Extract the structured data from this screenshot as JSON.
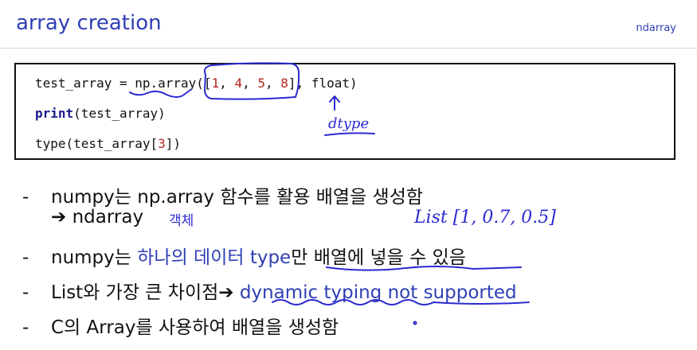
{
  "header": {
    "title": "array creation",
    "tag": "ndarray"
  },
  "code": {
    "line1": {
      "prefix": "test_array = np.array(",
      "open_bracket": "[",
      "n1": "1",
      "sep1": ", ",
      "n2": "4",
      "sep2": ", ",
      "n3": "5",
      "sep3": ", ",
      "n4": "8",
      "close_bracket": "]",
      "suffix": ", float)"
    },
    "line2": {
      "kw": "print",
      "rest": "(test_array)"
    },
    "line3": {
      "prefix": "type(test_array[",
      "index": "3",
      "suffix": "])"
    }
  },
  "bullets": {
    "dash": "-",
    "b1": "numpy는 np.array 함수를 활용 배열을 생성함",
    "b1_sub": "➔ ndarray",
    "b2_a": "numpy는 ",
    "b2_hl": "하나의 데이터 type",
    "b2_b": "만 배열에 넣을 수 있음",
    "b3_a": "List와 가장 큰 차이점➔ ",
    "b3_hl": "dynamic typing not supported",
    "b4": "C의 Array를 사용하여 배열을 생성함"
  },
  "annotations": {
    "dtype": "dtype",
    "object": "객체",
    "list_example": "List [1, 0.7, 0.5]"
  },
  "colors": {
    "title": "#2f3fb5",
    "number": "#b3261e",
    "ink": "#2a2ad0"
  }
}
